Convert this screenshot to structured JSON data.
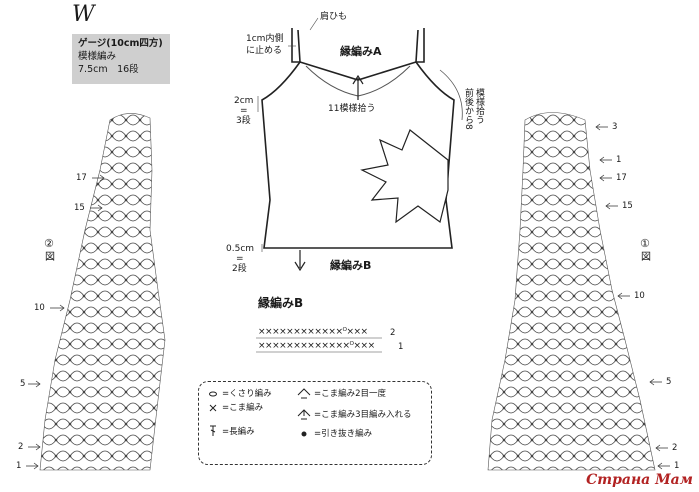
{
  "title": "W",
  "gauge": {
    "heading": "ゲージ(10cm四方)",
    "stitch": "模様編み",
    "measure": "7.5cm　16段"
  },
  "garment": {
    "strap": "肩ひも",
    "stop_inside_1": "1cm内側",
    "stop_inside_2": "に止める",
    "edging_a": "縁編みA",
    "pick_up_front": "11模様拾う",
    "pick_up_side_1": "前後から8",
    "pick_up_side_2": "模様拾う",
    "dim_2cm": "2cm",
    "dim_2cm_eq": "=",
    "dim_3rows": "3段",
    "dim_05cm": "0.5cm",
    "dim_05cm_eq": "=",
    "dim_2rows": "2段",
    "edging_b": "縁編みB"
  },
  "edging_b_chart": {
    "title": "縁編みB",
    "row2_symbols": "××××××××××××ᴼ×××",
    "row1_symbols": "×××××××××××××ᴼ×××",
    "row2_label": "2",
    "row1_label": "1"
  },
  "left_chart": {
    "figure_no": "②",
    "figure_label": "図",
    "rows": [
      "17",
      "15",
      "10",
      "5",
      "2",
      "1"
    ]
  },
  "right_chart": {
    "figure_no": "①",
    "figure_label": "図",
    "rows": [
      "3",
      "1",
      "17",
      "15",
      "10",
      "5",
      "2",
      "1"
    ]
  },
  "legend": {
    "chain": "=くさり編み",
    "sc": "=こま編み",
    "dc": "=長編み",
    "sc2tog": "=こま編み2目一度",
    "sc3inc": "=こま編み3目編み入れる",
    "slip": "=引き抜き編み"
  },
  "watermark": "Страна Мам"
}
